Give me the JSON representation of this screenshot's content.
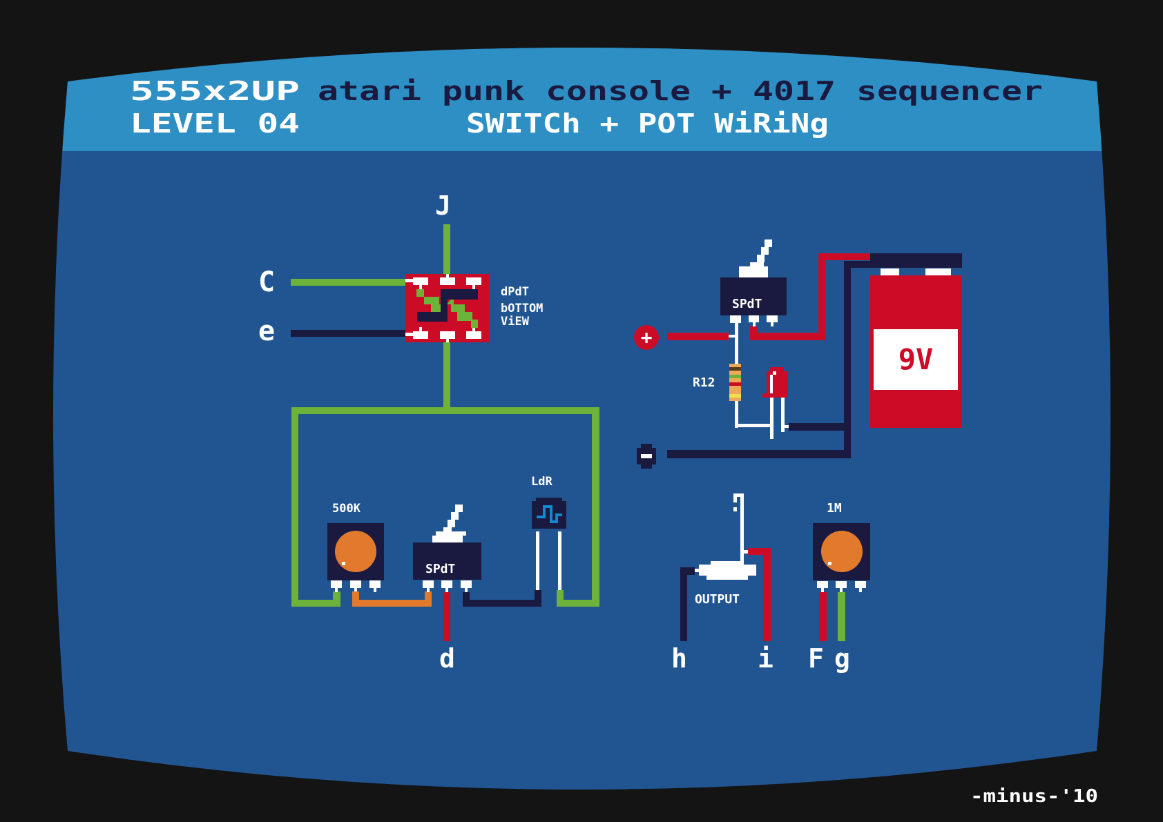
{
  "header": {
    "game_tag": "555x2UP",
    "title": "atari punk console + 4017 sequencer",
    "level": "LEVEL 04",
    "subtitle": "SWITCh + POT WiRiNg"
  },
  "dpdt": {
    "label_line1": "dPdT",
    "label_line2": "bOTTOM",
    "label_line3": "ViEW",
    "terminal_top": "J",
    "terminal_c": "C",
    "terminal_e": "e"
  },
  "left_circuit": {
    "pot_label": "500K",
    "switch_label": "SPdT",
    "ldr_label": "LdR",
    "terminal_d": "d"
  },
  "power": {
    "switch_label": "SPdT",
    "resistor_label": "R12",
    "battery_label": "9V",
    "plus_symbol": "+",
    "minus_symbol": "-"
  },
  "output": {
    "jack_label": "OUTPUT",
    "terminal_h": "h",
    "terminal_i": "i",
    "pot_label": "1M",
    "terminal_f": "F",
    "terminal_g": "g"
  },
  "credit": "-minus-'10",
  "colors": {
    "background": "#141414",
    "screen": "#215592",
    "header": "#2e8fc4",
    "navy": "#1a1a40",
    "green": "#6db33a",
    "red": "#cc0c26",
    "orange": "#e27a2e",
    "ldr_blue": "#0f8ad0"
  }
}
